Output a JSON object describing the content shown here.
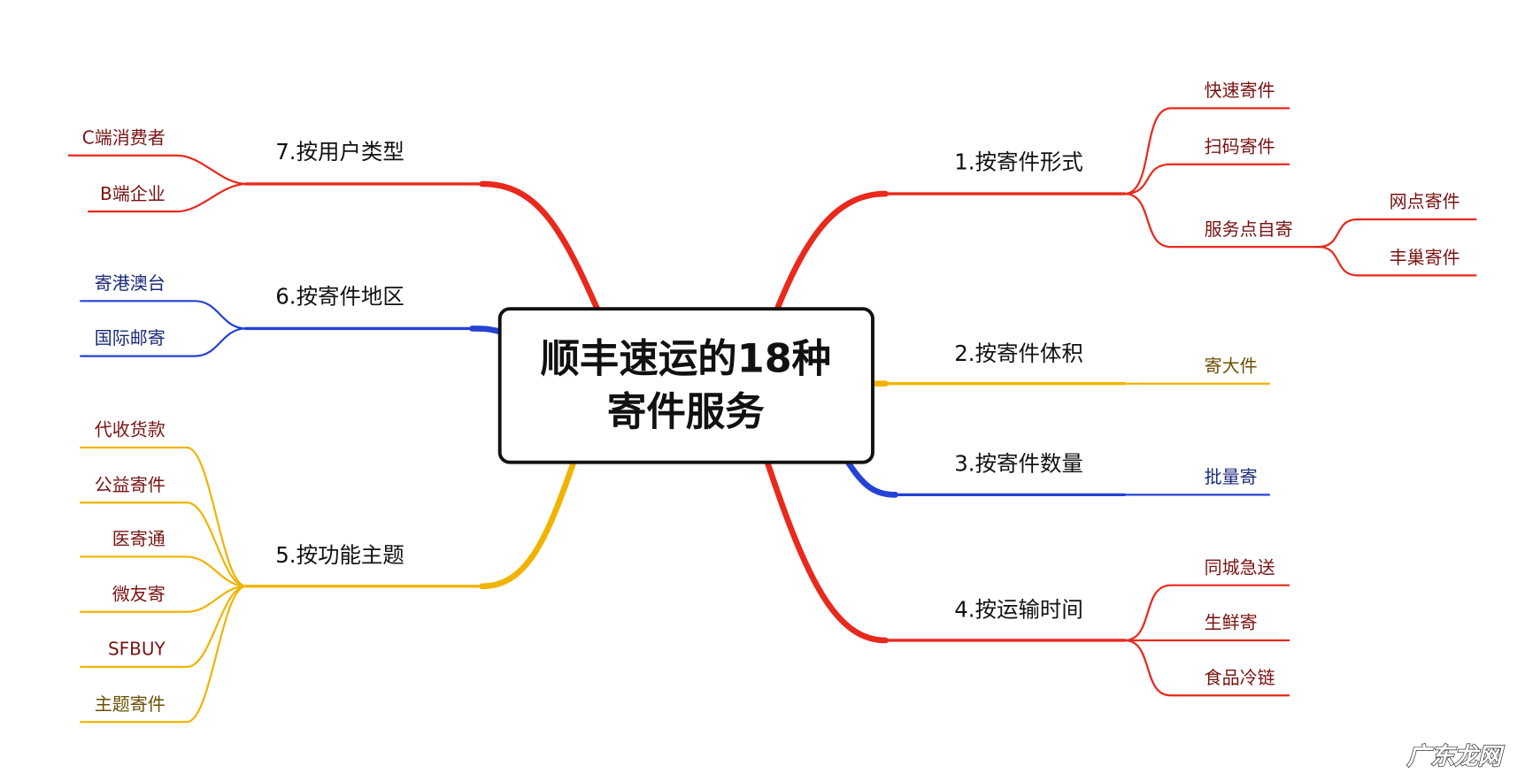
{
  "title": {
    "line1": "顺丰速运的18种",
    "line2": "寄件服务"
  },
  "colors": {
    "red": "#e8291c",
    "yellow": "#f0b400",
    "blue": "#2541d6",
    "leaf_red": "#7a1212",
    "leaf_blue": "#1a2a7a",
    "leaf_olive": "#6b5000"
  },
  "branches": [
    {
      "label": "1.按寄件形式",
      "leaves": [
        "快速寄件",
        "扫码寄件",
        "服务点自寄"
      ],
      "subleaves": [
        "网点寄件",
        "丰巢寄件"
      ]
    },
    {
      "label": "2.按寄件体积",
      "leaves": [
        "寄大件"
      ]
    },
    {
      "label": "3.按寄件数量",
      "leaves": [
        "批量寄"
      ]
    },
    {
      "label": "4.按运输时间",
      "leaves": [
        "同城急送",
        "生鲜寄",
        "食品冷链"
      ]
    },
    {
      "label": "5.按功能主题",
      "leaves": [
        "代收货款",
        "公益寄件",
        "医寄通",
        "微友寄",
        "SFBUY",
        "主题寄件"
      ]
    },
    {
      "label": "6.按寄件地区",
      "leaves": [
        "寄港澳台",
        "国际邮寄"
      ]
    },
    {
      "label": "7.按用户类型",
      "leaves": [
        "C端消费者",
        "B端企业"
      ]
    }
  ],
  "watermark": "广东龙网"
}
